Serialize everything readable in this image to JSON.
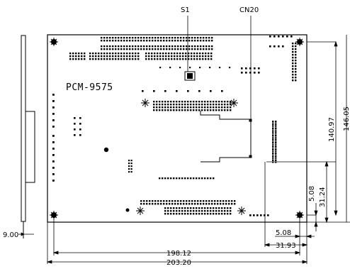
{
  "board": {
    "model": "PCM-9575"
  },
  "callouts": {
    "switch": "S1",
    "connector": "CN20"
  },
  "dimensions": {
    "side_thickness": "9.00",
    "hole_width": "198.12",
    "total_width": "203.20",
    "hole_height": "140.97",
    "total_height_partial": "146.05",
    "bottom_hole_offset": "5.08",
    "connector_y": "31.24",
    "right_hole_offset": "5.08",
    "connector_x": "31.93"
  },
  "colors": {
    "ink": "#000000",
    "paper": "#ffffff"
  }
}
